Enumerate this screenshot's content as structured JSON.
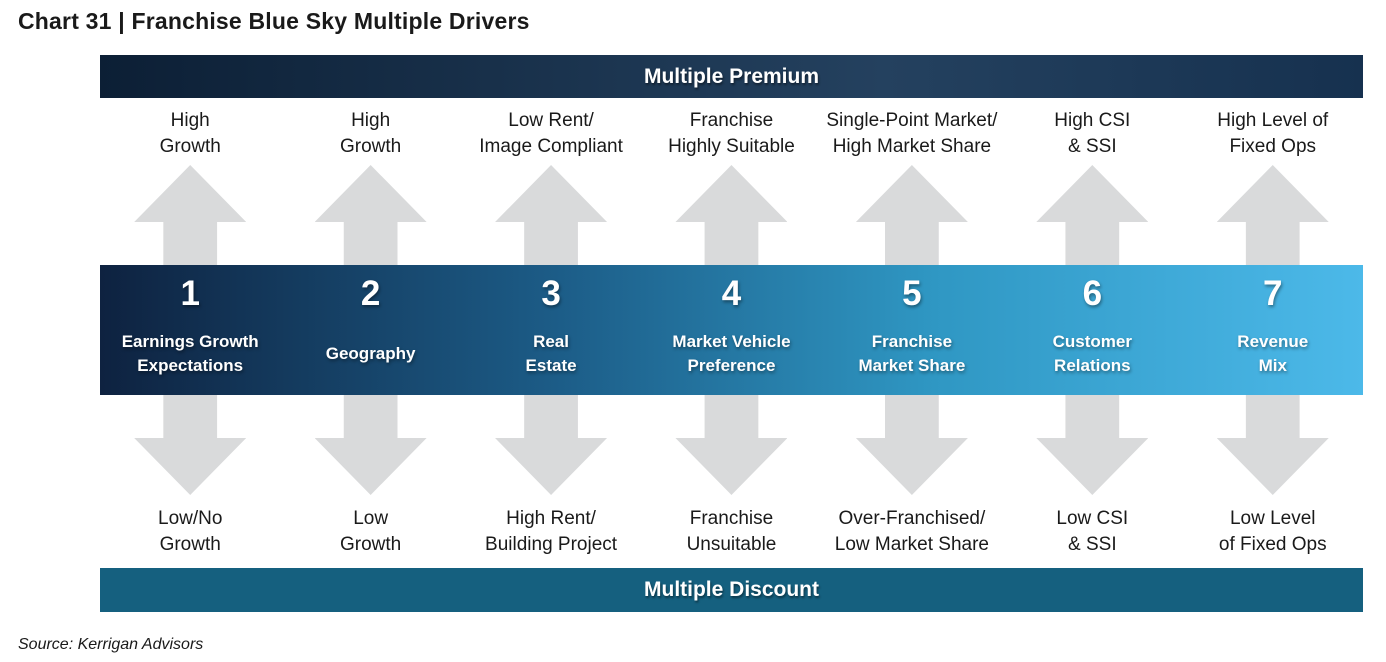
{
  "title": "Chart 31 | Franchise Blue Sky Multiple Drivers",
  "premium_bar": {
    "label": "Multiple Premium"
  },
  "discount_bar": {
    "label": "Multiple Discount"
  },
  "source": "Source: Kerrigan Advisors",
  "colors": {
    "premium_left": "#0c1f35",
    "premium_mid": "#24415f",
    "premium_right": "#16314f",
    "band_start": "#0e2240",
    "band_end": "#4cb9e9",
    "discount_bar": "#15607f",
    "arrow": "#d9dadb"
  },
  "drivers": [
    {
      "number": "1",
      "name": [
        "Earnings Growth",
        "Expectations"
      ],
      "premium": [
        "High",
        "Growth"
      ],
      "discount": [
        "Low/No",
        "Growth"
      ]
    },
    {
      "number": "2",
      "name": [
        "Geography"
      ],
      "premium": [
        "High",
        "Growth"
      ],
      "discount": [
        "Low",
        "Growth"
      ]
    },
    {
      "number": "3",
      "name": [
        "Real",
        "Estate"
      ],
      "premium": [
        "Low Rent/",
        "Image Compliant"
      ],
      "discount": [
        "High Rent/",
        "Building Project"
      ]
    },
    {
      "number": "4",
      "name": [
        "Market Vehicle",
        "Preference"
      ],
      "premium": [
        "Franchise",
        "Highly Suitable"
      ],
      "discount": [
        "Franchise",
        "Unsuitable"
      ]
    },
    {
      "number": "5",
      "name": [
        "Franchise",
        "Market Share"
      ],
      "premium": [
        "Single-Point Market/",
        "High Market Share"
      ],
      "discount": [
        "Over-Franchised/",
        "Low Market Share"
      ]
    },
    {
      "number": "6",
      "name": [
        "Customer",
        "Relations"
      ],
      "premium": [
        "High CSI",
        "& SSI"
      ],
      "discount": [
        "Low CSI",
        "& SSI"
      ]
    },
    {
      "number": "7",
      "name": [
        "Revenue",
        "Mix"
      ],
      "premium": [
        "High Level of",
        "Fixed Ops"
      ],
      "discount": [
        "Low Level",
        "of Fixed Ops"
      ]
    }
  ]
}
